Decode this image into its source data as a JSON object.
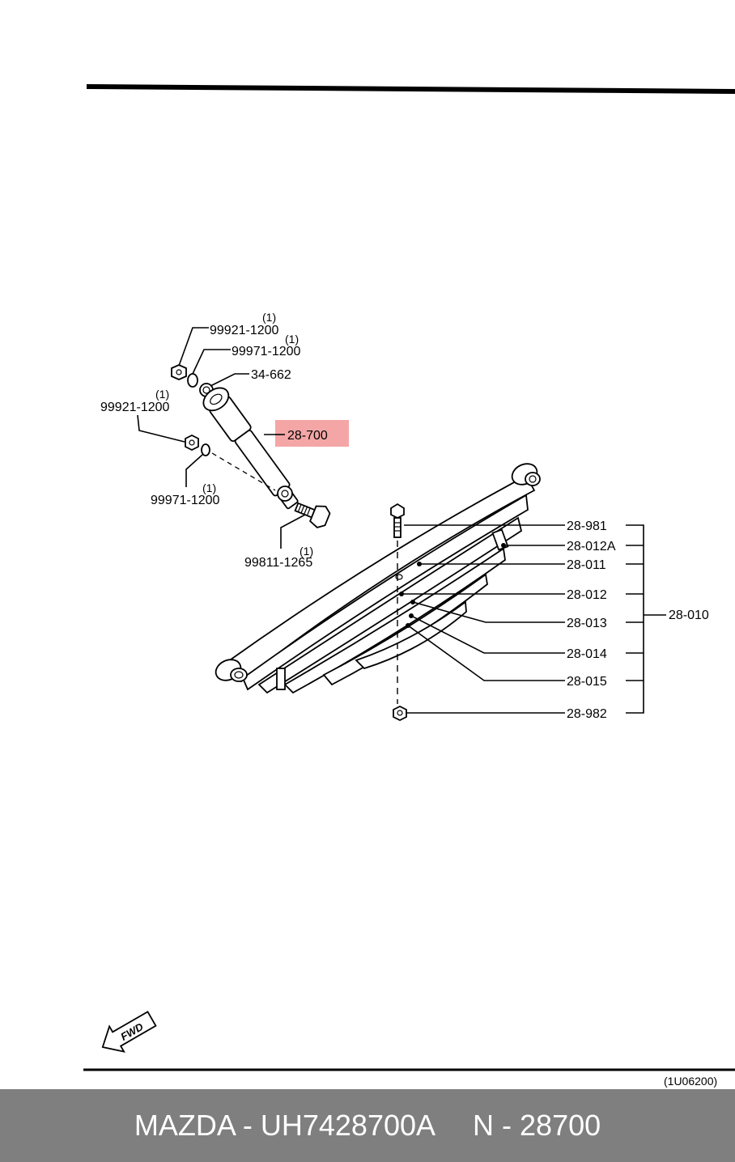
{
  "diagram": {
    "top_callouts": [
      {
        "id": "nut-upper",
        "part": "99921-1200",
        "qty": "(1)"
      },
      {
        "id": "washer-upper",
        "part": "99971-1200",
        "qty": "(1)"
      },
      {
        "id": "bushing",
        "part": "34-662",
        "qty": ""
      },
      {
        "id": "nut-lower",
        "part": "99921-1200",
        "qty": "(1)"
      },
      {
        "id": "washer-lower",
        "part": "99971-1200",
        "qty": "(1)"
      },
      {
        "id": "bolt",
        "part": "99811-1265",
        "qty": "(1)"
      }
    ],
    "highlighted_part": "28-700",
    "spring_callouts": [
      "28-981",
      "28-012A",
      "28-011",
      "28-012",
      "28-013",
      "28-014",
      "28-015",
      "28-982"
    ],
    "assembly_code": "28-010",
    "fwd_label": "FWD",
    "figure_code": "(1U06200)"
  },
  "footer": {
    "brand_part": "MAZDA - UH7428700A",
    "ref": "N - 28700"
  },
  "colors": {
    "highlight": "#f4a6a6",
    "footer_bg": "#7f7f7f"
  }
}
